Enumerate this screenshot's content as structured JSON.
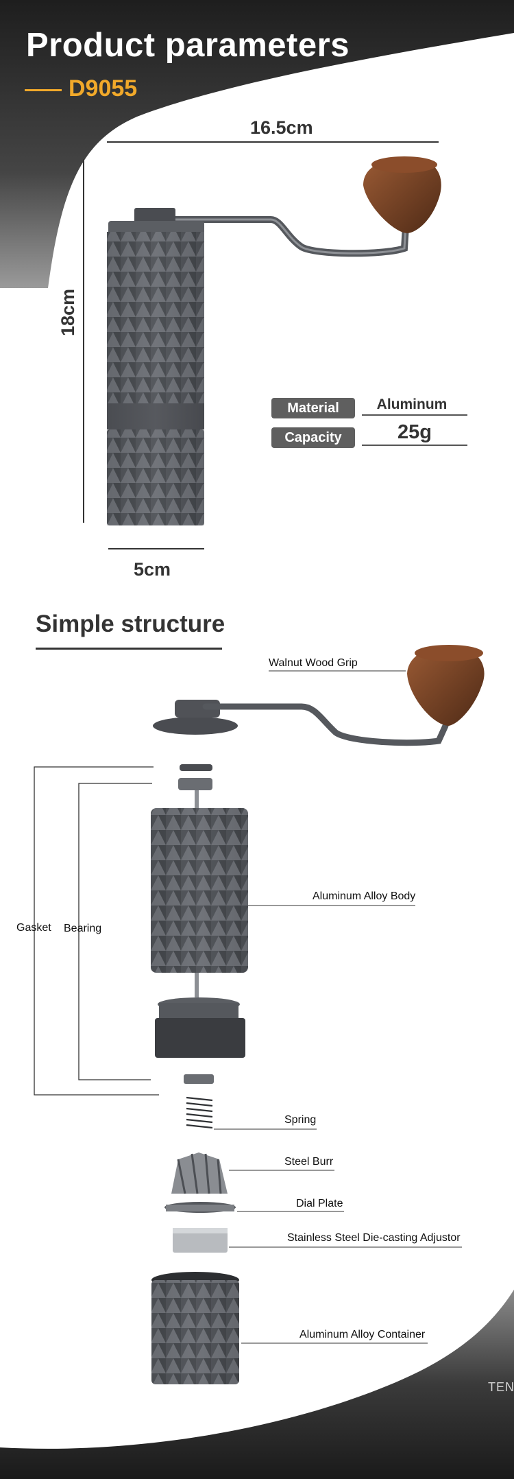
{
  "header": {
    "title": "Product parameters",
    "model": "D9055"
  },
  "dimensions": {
    "width_top": "16.5cm",
    "height": "18cm",
    "width_bottom": "5cm"
  },
  "specs": [
    {
      "label": "Material",
      "value": "Aluminum"
    },
    {
      "label": "Capacity",
      "value": "25g"
    }
  ],
  "structure": {
    "title": "Simple structure",
    "labels": {
      "grip": "Walnut Wood Grip",
      "body": "Aluminum Alloy Body",
      "gasket": "Gasket",
      "bearing": "Bearing",
      "spring": "Spring",
      "burr": "Steel Burr",
      "dial": "Dial Plate",
      "adjustor": "Stainless Steel Die-casting Adjustor",
      "container": "Aluminum Alloy Container"
    }
  },
  "watermark": "TEN",
  "colors": {
    "accent": "#f1a92a",
    "dark": "#3a3a3a",
    "badge": "#5f5f5f",
    "wood": "#7a4326"
  }
}
